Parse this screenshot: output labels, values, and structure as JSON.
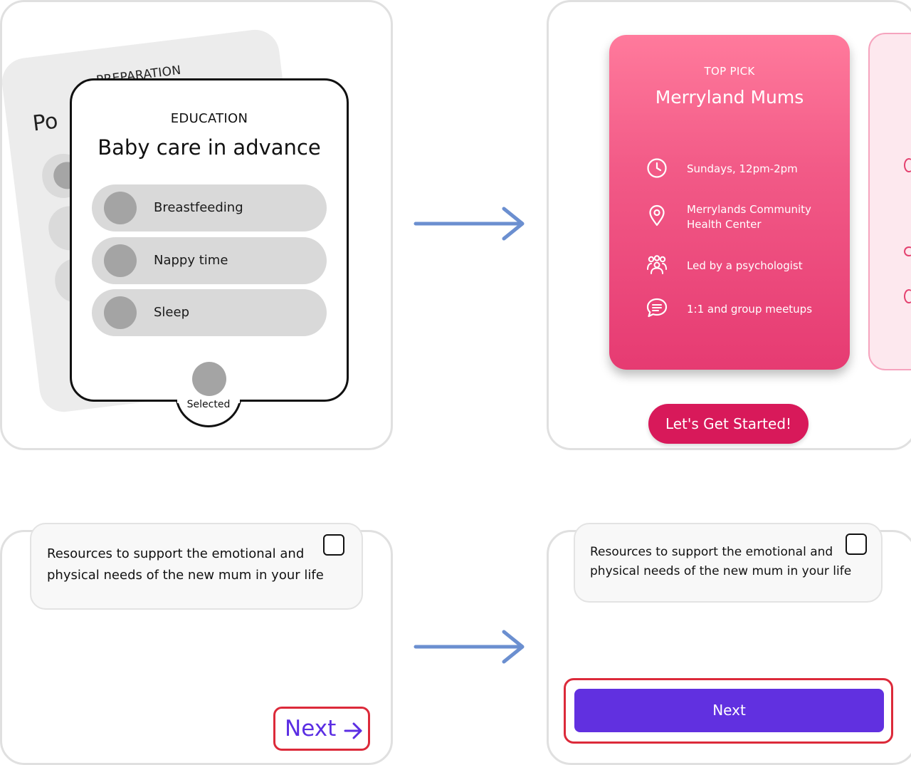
{
  "panel1": {
    "back_card": {
      "category": "PREPARATION",
      "title_start": "Po",
      "title_end": "ies"
    },
    "front_card": {
      "category": "EDUCATION",
      "title": "Baby care in advance",
      "topics": [
        {
          "label": "Breastfeeding"
        },
        {
          "label": "Nappy time"
        },
        {
          "label": "Sleep"
        }
      ],
      "selected_label": "Selected"
    }
  },
  "panel2": {
    "card": {
      "category": "TOP PICK",
      "title": "Merryland Mums",
      "rows": [
        {
          "icon": "clock-icon",
          "text": "Sundays, 12pm-2pm"
        },
        {
          "icon": "location-pin-icon",
          "text_line1": "Merrylands Community",
          "text_line2": "Health Center"
        },
        {
          "icon": "group-icon",
          "text": "Led by a psychologist"
        },
        {
          "icon": "chat-bubble-icon",
          "text": "1:1 and group meetups"
        }
      ]
    },
    "cta_label": "Let's Get Started!"
  },
  "panel3": {
    "resource_line1": "Resources to support the emotional and",
    "resource_line2": "physical needs of the new mum in your life",
    "next_label": "Next"
  },
  "panel4": {
    "resource_line1": "Resources to support the emotional and",
    "resource_line2": "physical needs of the new mum in your life",
    "next_label": "Next"
  },
  "colors": {
    "arrow": "#6b8fd0",
    "pink": "#f25a87",
    "cta": "#d8195a",
    "purple": "#6130e0",
    "highlight": "#dc2a3a"
  }
}
